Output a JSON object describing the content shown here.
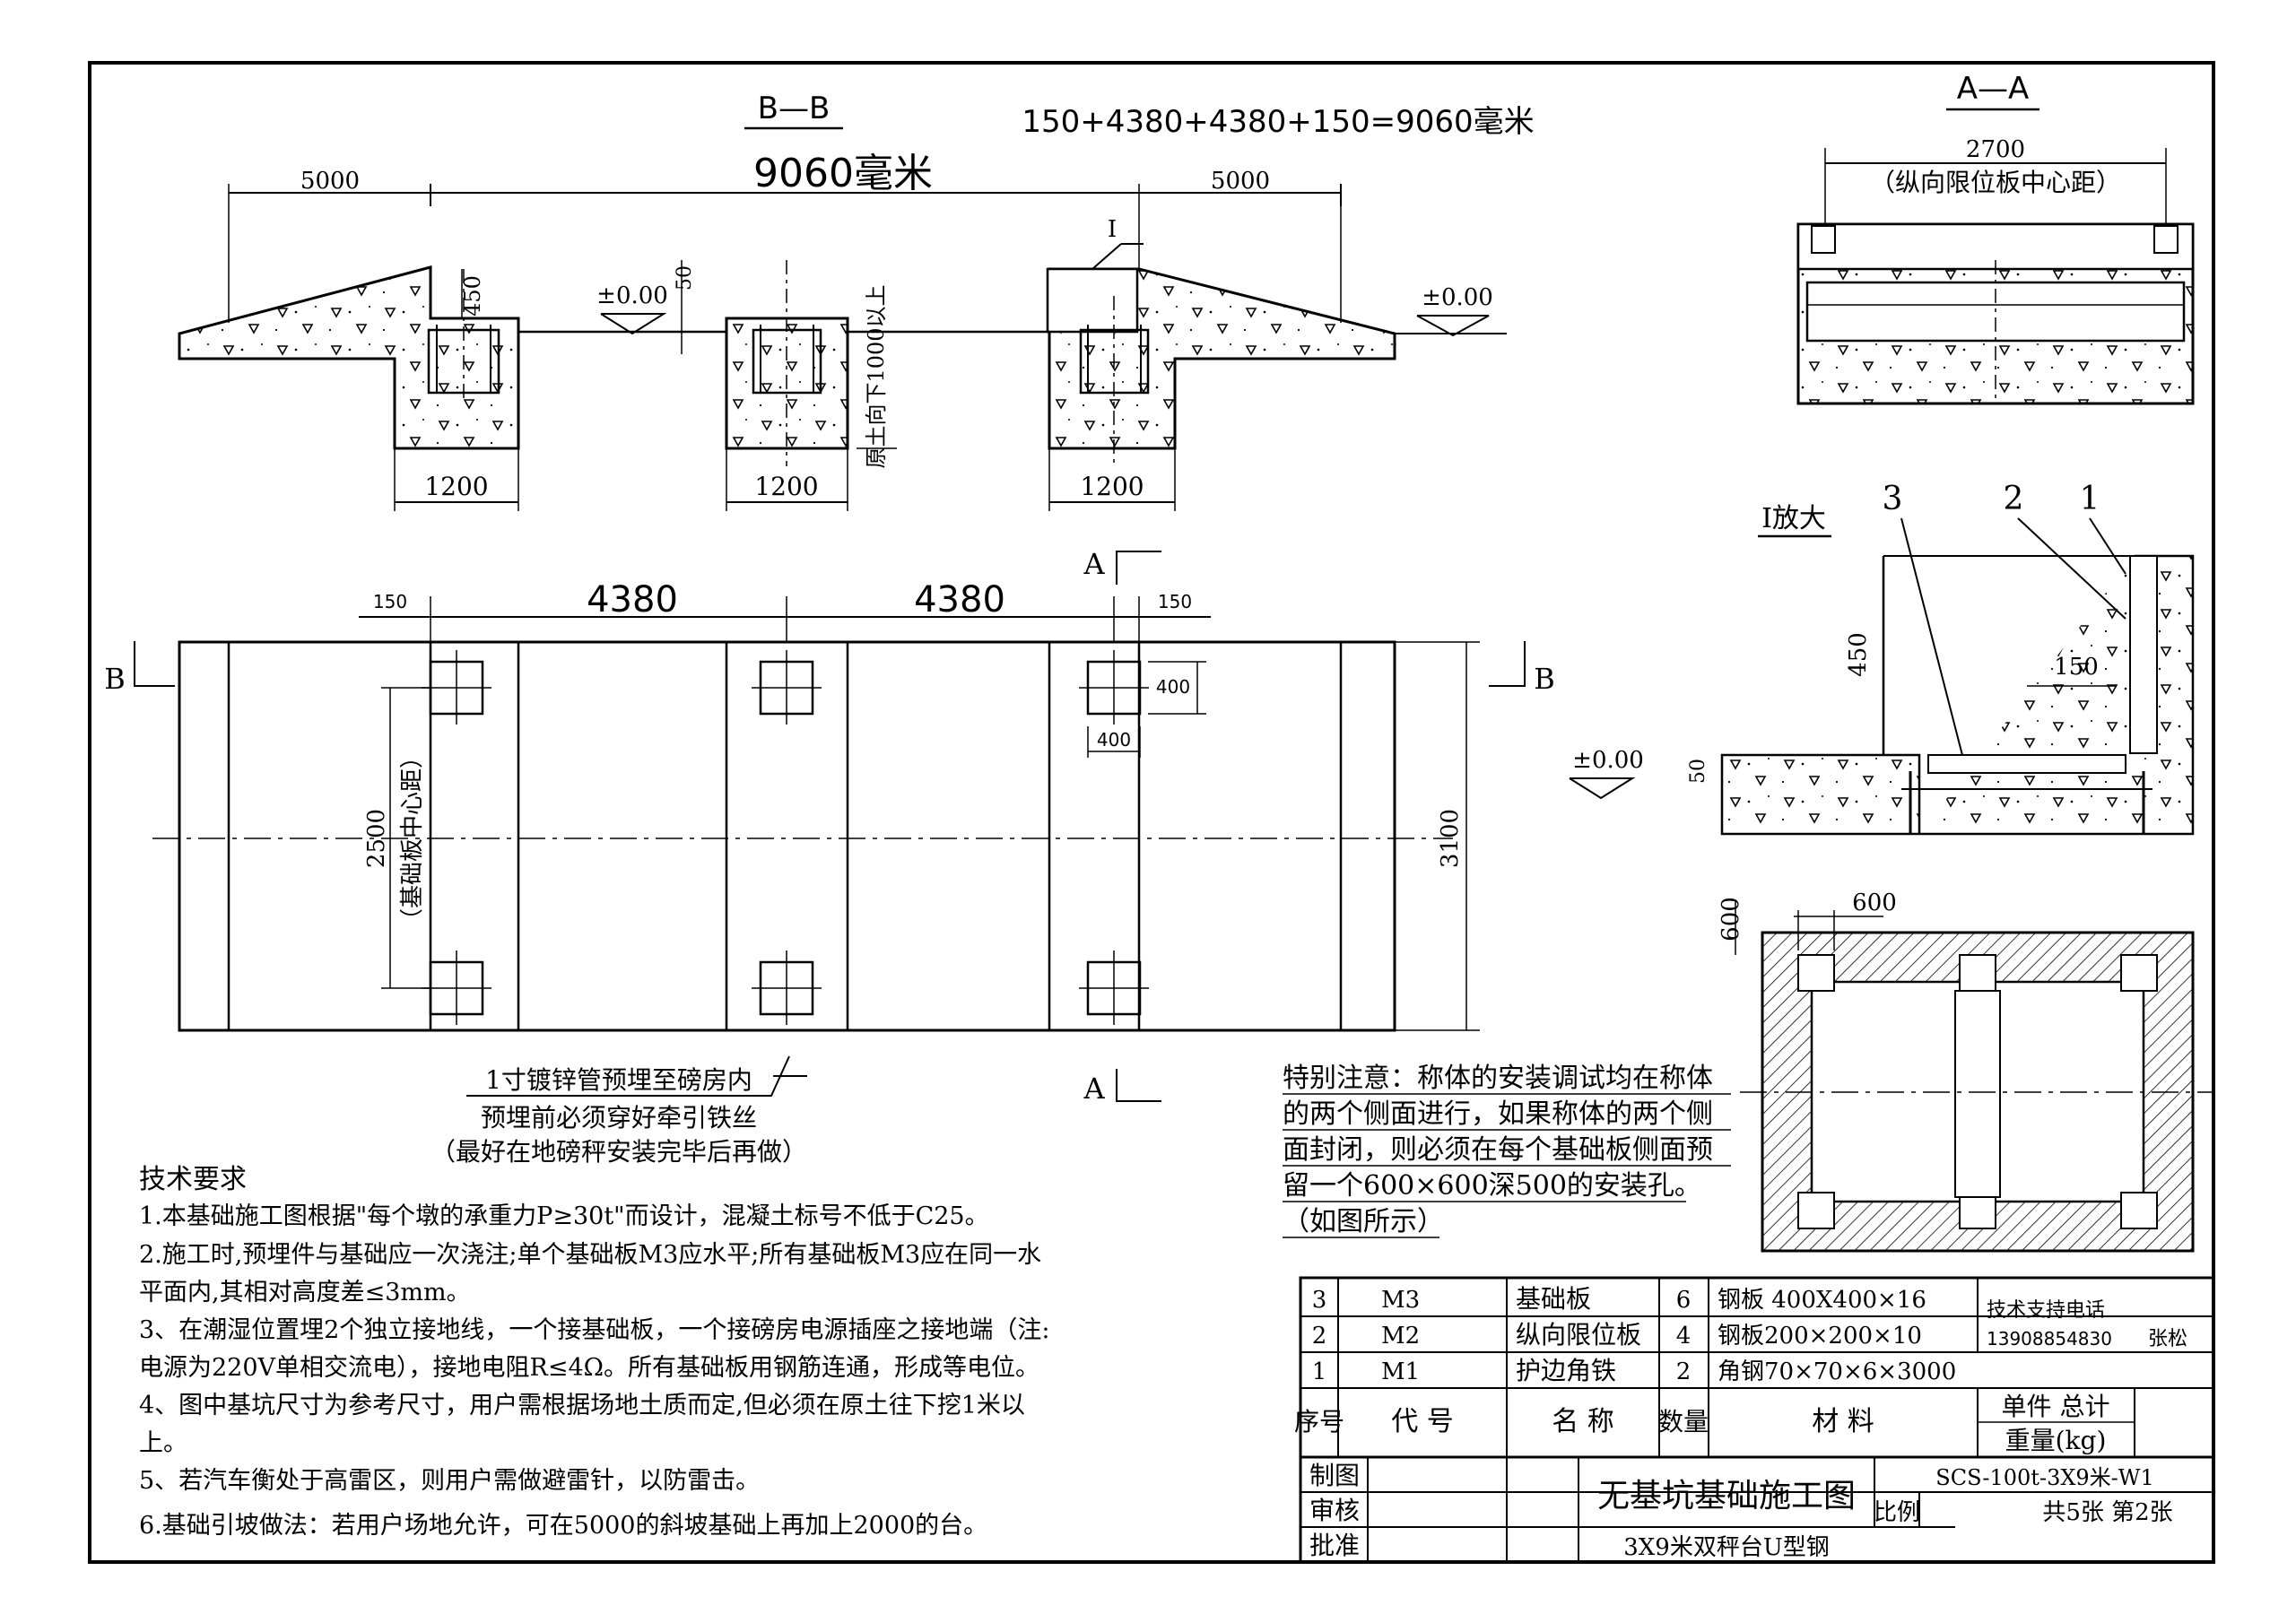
{
  "bb_section": {
    "title": "B—B",
    "total_formula": "150+4380+4380+150=9060毫米",
    "total_span": "9060毫米",
    "slope_left": "5000",
    "slope_right": "5000",
    "detail_ref": "I",
    "level_left": "±0.00",
    "level_right": "±0.00",
    "height_450": "450",
    "height_50": "50",
    "soil_note": "原土向下1000以上",
    "pier_width_1": "1200",
    "pier_width_2": "1200",
    "pier_width_3": "1200"
  },
  "plan_view": {
    "span_1": "4380",
    "span_2": "4380",
    "edge_left": "150",
    "edge_right": "150",
    "plate_height": "400",
    "plate_width": "400",
    "plate_spacing": "2500",
    "plate_spacing_note": "（基础板中心距）",
    "total_width": "3100",
    "section_a_top": "A",
    "section_a_bottom": "A",
    "section_b_left": "B",
    "section_b_right": "B"
  },
  "pipe_notes": {
    "line1": "1寸镀锌管预埋至磅房内",
    "line2": "预埋前必须穿好牵引铁丝",
    "line3": "（最好在地磅秤安装完毕后再做）"
  },
  "aa_section": {
    "title": "A—A",
    "dim": "2700",
    "dim_note": "（纵向限位板中心距）"
  },
  "detail_i": {
    "title": "I放大",
    "callout_1": "1",
    "callout_2": "2",
    "callout_3": "3",
    "height": "450",
    "width": "150",
    "level": "±0.00",
    "offset": "50"
  },
  "pit_detail": {
    "width": "600",
    "height": "600"
  },
  "special_note": {
    "lines": [
      "特别注意：称体的安装调试均在称体",
      "的两个侧面进行，如果称体的两个侧",
      "面封闭，则必须在每个基础板侧面预",
      "留一个600×600深500的安装孔。",
      "（如图所示）"
    ]
  },
  "tech_requirements": {
    "heading": "技术要求",
    "lines": [
      "1.本基础施工图根据\"每个墩的承重力P≥30t\"而设计，混凝土标号不低于C25。",
      "2.施工时,预埋件与基础应一次浇注;单个基础板M3应水平;所有基础板M3应在同一水",
      "平面内,其相对高度差≤3mm。",
      "3、在潮湿位置埋2个独立接地线，一个接基础板，一个接磅房电源插座之接地端（注:",
      "电源为220V单相交流电），接地电阻R≤4Ω。所有基础板用钢筋连通，形成等电位。",
      "4、图中基坑尺寸为参考尺寸，用户需根据场地土质而定,但必须在原土往下挖1米以",
      "上。",
      "5、若汽车衡处于高雷区，则用户需做避雷针，以防雷击。",
      "6.基础引坡做法：若用户场地允许，可在5000的斜坡基础上再加上2000的台。"
    ]
  },
  "parts_table": {
    "rows": [
      {
        "no": "3",
        "code": "M3",
        "name": "基础板",
        "qty": "6",
        "material": "钢板  400X400×16"
      },
      {
        "no": "2",
        "code": "M2",
        "name": "纵向限位板",
        "qty": "4",
        "material": "钢板200×200×10"
      },
      {
        "no": "1",
        "code": "M1",
        "name": "护边角铁",
        "qty": "2",
        "material": "角钢70×70×6×3000"
      }
    ],
    "header_no": "序号",
    "header_code": "代  号",
    "header_name": "名  称",
    "header_qty": "数量",
    "header_material": "材   料",
    "header_unit": "单件  总计",
    "header_weight": "重量(kg)",
    "support_label": "技术支持电话",
    "support_phone": "13908854830",
    "support_name": "张松"
  },
  "title_block": {
    "drawn": "制图",
    "checked": "审核",
    "approved": "批准",
    "drawing_title": "无基坑基础施工图",
    "drawing_no": "SCS-100t-3X9米-W1",
    "scale_label": "比例",
    "sheets": "共5张   第2张",
    "subtitle": "3X9米双秤台U型钢"
  }
}
